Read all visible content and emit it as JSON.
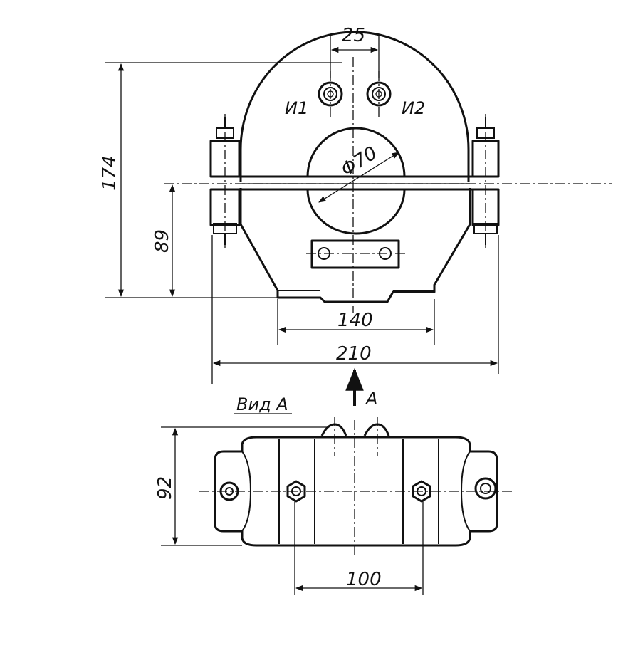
{
  "dimensions": {
    "d25": "25",
    "d174": "174",
    "d89": "89",
    "d140": "140",
    "d210": "210",
    "d92": "92",
    "d100": "100",
    "phi70": "Φ70"
  },
  "labels": {
    "terminal_1": "И1",
    "terminal_2": "И2",
    "view_a": "Вид А",
    "arrow_a": "А"
  }
}
